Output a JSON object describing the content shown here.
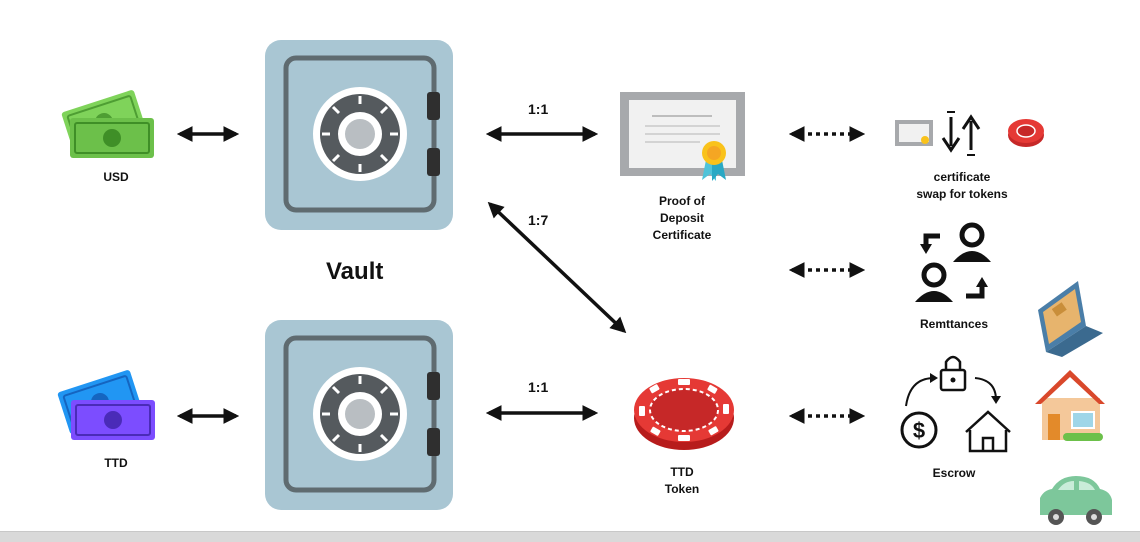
{
  "labels": {
    "usd": "USD",
    "ttd": "TTD",
    "vault": "Vault",
    "ratio_top": "1:1",
    "ratio_diag": "1:7",
    "ratio_bottom": "1:1",
    "proof_line1": "Proof of",
    "proof_line2": "Deposit",
    "proof_line3": "Certificate",
    "ttd_token_line1": "TTD",
    "ttd_token_line2": "Token",
    "cert_swap_line1": "certificate",
    "cert_swap_line2": "swap for tokens",
    "remittances": "Remttances",
    "escrow": "Escrow"
  },
  "icons": {
    "usd": "usd-banknotes-icon",
    "ttd": "ttd-banknotes-icon",
    "vault_top": "vault-safe-icon",
    "vault_bottom": "vault-safe-icon",
    "certificate": "certificate-icon",
    "token": "casino-chip-token-icon",
    "swap": "swap-arrows-icon",
    "remittance": "people-exchange-icon",
    "escrow": "escrow-lock-icon",
    "laptop": "laptop-icon",
    "house": "house-icon",
    "car": "car-icon"
  },
  "colors": {
    "usd_note": "#6cc04a",
    "ttd_note_back": "#1e88e5",
    "ttd_note_front": "#7c4dff",
    "vault_body": "#a9c6d3",
    "vault_frame": "#5f6b70",
    "token_red": "#e53935"
  }
}
